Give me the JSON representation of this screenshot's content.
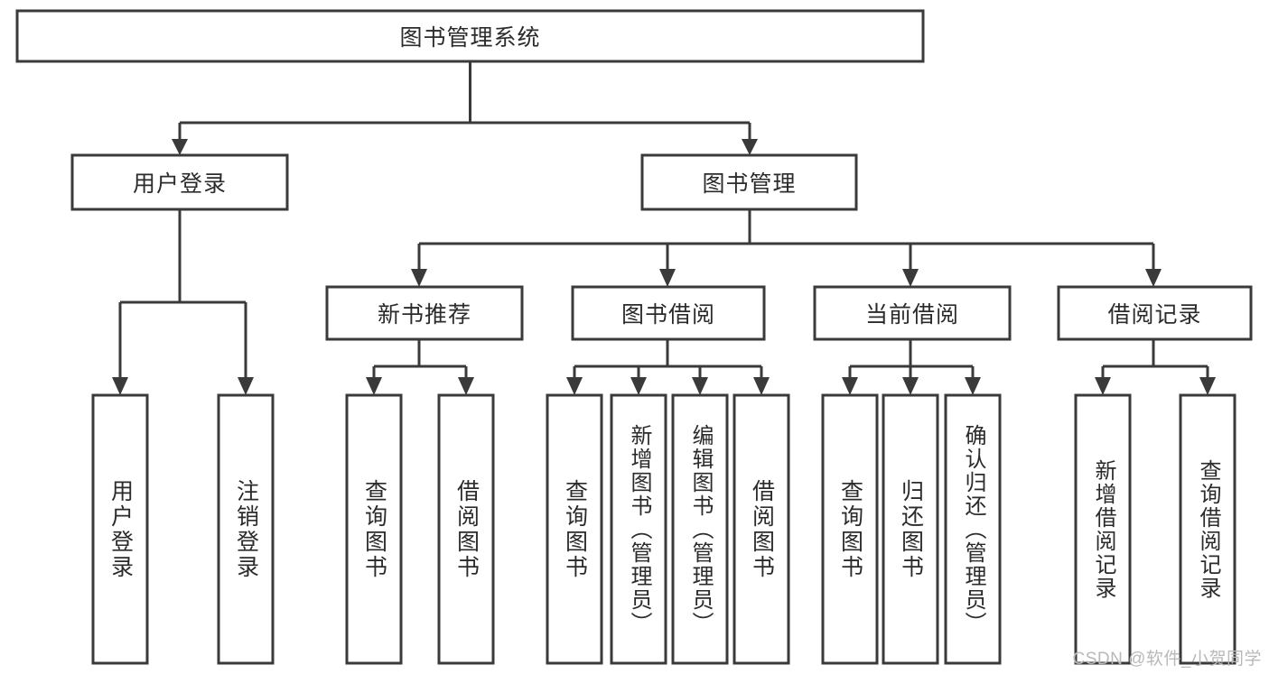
{
  "diagram": {
    "title": "图书管理系统",
    "type": "tree-hierarchy",
    "background_color": "#ffffff",
    "line_color": "#3a3a3a",
    "text_color": "#2b2b2b"
  },
  "nodes": {
    "root": {
      "label": "图书管理系统"
    },
    "level2": [
      {
        "label": "用户登录"
      },
      {
        "label": "图书管理"
      }
    ],
    "level3": [
      {
        "label": "新书推荐"
      },
      {
        "label": "图书借阅"
      },
      {
        "label": "当前借阅"
      },
      {
        "label": "借阅记录"
      }
    ],
    "leaves_user_login": [
      {
        "label": "用户登录"
      },
      {
        "label": "注销登录"
      }
    ],
    "leaves_new_book": [
      {
        "label": "查询图书"
      },
      {
        "label": "借阅图书"
      }
    ],
    "leaves_borrow": [
      {
        "label": "查询图书"
      },
      {
        "label": "新增图书（管理员）"
      },
      {
        "label": "编辑图书（管理员）"
      },
      {
        "label": "借阅图书"
      }
    ],
    "leaves_current": [
      {
        "label": "查询图书"
      },
      {
        "label": "归还图书"
      },
      {
        "label": "确认归还（管理员）"
      }
    ],
    "leaves_record": [
      {
        "label": "新增借阅记录"
      },
      {
        "label": "查询借阅记录"
      }
    ]
  },
  "watermark": {
    "text": "CSDN @软件_小贺同学"
  }
}
